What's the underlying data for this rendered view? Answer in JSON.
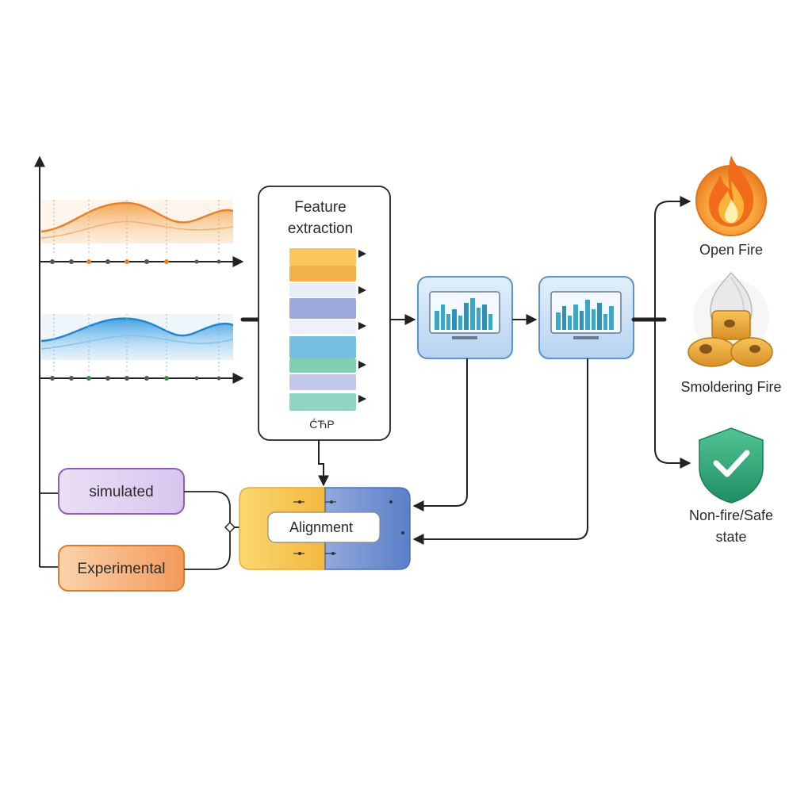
{
  "feature_box": {
    "title_line1": "Feature",
    "title_line2": "extraction",
    "footer_glyph": "ĆЋР"
  },
  "sources": {
    "simulated": "simulated",
    "experimental": "Experimental"
  },
  "alignment": {
    "label": "Alignment"
  },
  "outputs": {
    "open_fire": "Open Fire",
    "smoldering_fire": "Smoldering Fire",
    "safe_line1": "Non-fire/Safe",
    "safe_line2": "state"
  },
  "colors": {
    "orange": "#f08a30",
    "blue": "#2f93d6",
    "simulated_fill": "#e6d9f2",
    "simulated_border": "#8c5fb8",
    "experimental_fill": "#f6b37d",
    "experimental_border": "#e07b2e",
    "monitor_fill": "#cfe3f6",
    "monitor_border": "#5b93cf",
    "alignment_left": "#f8cc5a",
    "alignment_right": "#6f8fd0",
    "shield": "#2fa878"
  }
}
